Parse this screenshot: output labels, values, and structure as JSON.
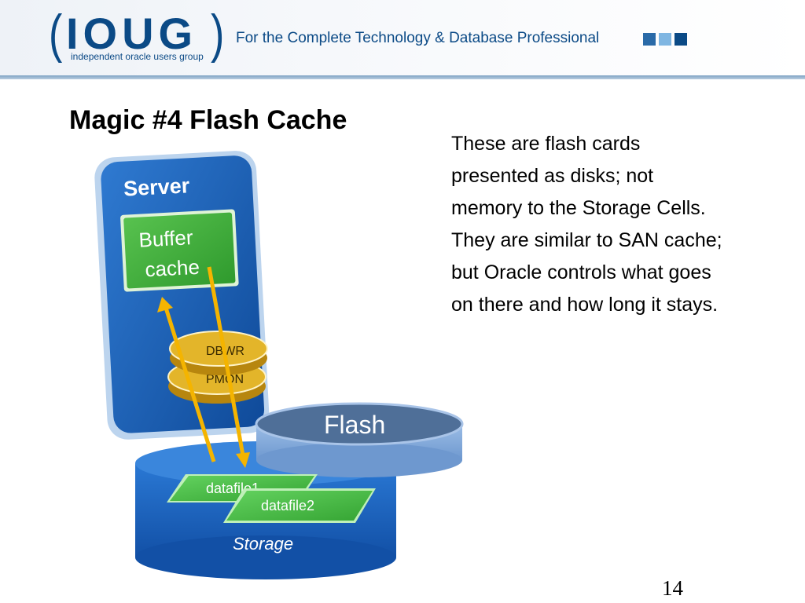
{
  "header": {
    "logo_text": "IOUG",
    "logo_subtitle": "independent oracle users group",
    "tagline": "For the Complete Technology & Database Professional",
    "square_colors": [
      "#2a6aa8",
      "#7fb6e2",
      "#0b4a86"
    ]
  },
  "slide": {
    "title": "Magic #4 Flash Cache",
    "body_lines": [
      "These are flash cards",
      "presented as disks; not",
      "memory to the Storage Cells.",
      "They are similar to SAN cache;",
      "but Oracle controls what goes",
      "on there and how long it stays."
    ],
    "page_number": "14"
  },
  "diagram": {
    "server_label": "Server",
    "buffer_cache_line1": "Buffer",
    "buffer_cache_line2": "cache",
    "process_top": "DBWR",
    "process_bottom": "PMON",
    "flash_label": "Flash",
    "datafile1": "datafile1",
    "datafile2": "datafile2",
    "storage_label": "Storage",
    "colors": {
      "server": "#1a5fb8",
      "buffer": "#3fae3a",
      "process": "#d9a81c",
      "flash": "#7aa3d6",
      "storage": "#1c67c6",
      "datafile": "#4cc14a",
      "arrow": "#f4b400"
    }
  }
}
